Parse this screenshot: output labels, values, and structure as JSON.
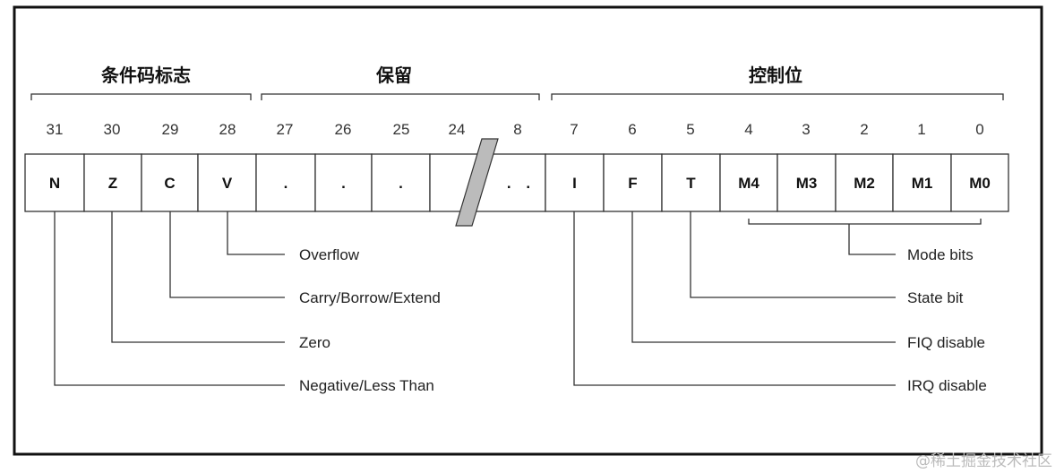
{
  "groups": {
    "condition": "条件码标志",
    "reserved": "保留",
    "control": "控制位"
  },
  "bits": [
    "31",
    "30",
    "29",
    "28",
    "27",
    "26",
    "25",
    "24",
    "8",
    "7",
    "6",
    "5",
    "4",
    "3",
    "2",
    "1",
    "0"
  ],
  "cells": [
    "N",
    "Z",
    "C",
    "V",
    ".",
    ".",
    ".",
    ". .",
    "I",
    "F",
    "T",
    "M4",
    "M3",
    "M2",
    "M1",
    "M0"
  ],
  "left_labels": {
    "overflow": "Overflow",
    "carry": "Carry/Borrow/Extend",
    "zero": "Zero",
    "negative": "Negative/Less Than"
  },
  "right_labels": {
    "mode": "Mode bits",
    "state": "State bit",
    "fiq": "FIQ disable",
    "irq": "IRQ disable"
  },
  "watermark": "@稀土掘金技术社区"
}
